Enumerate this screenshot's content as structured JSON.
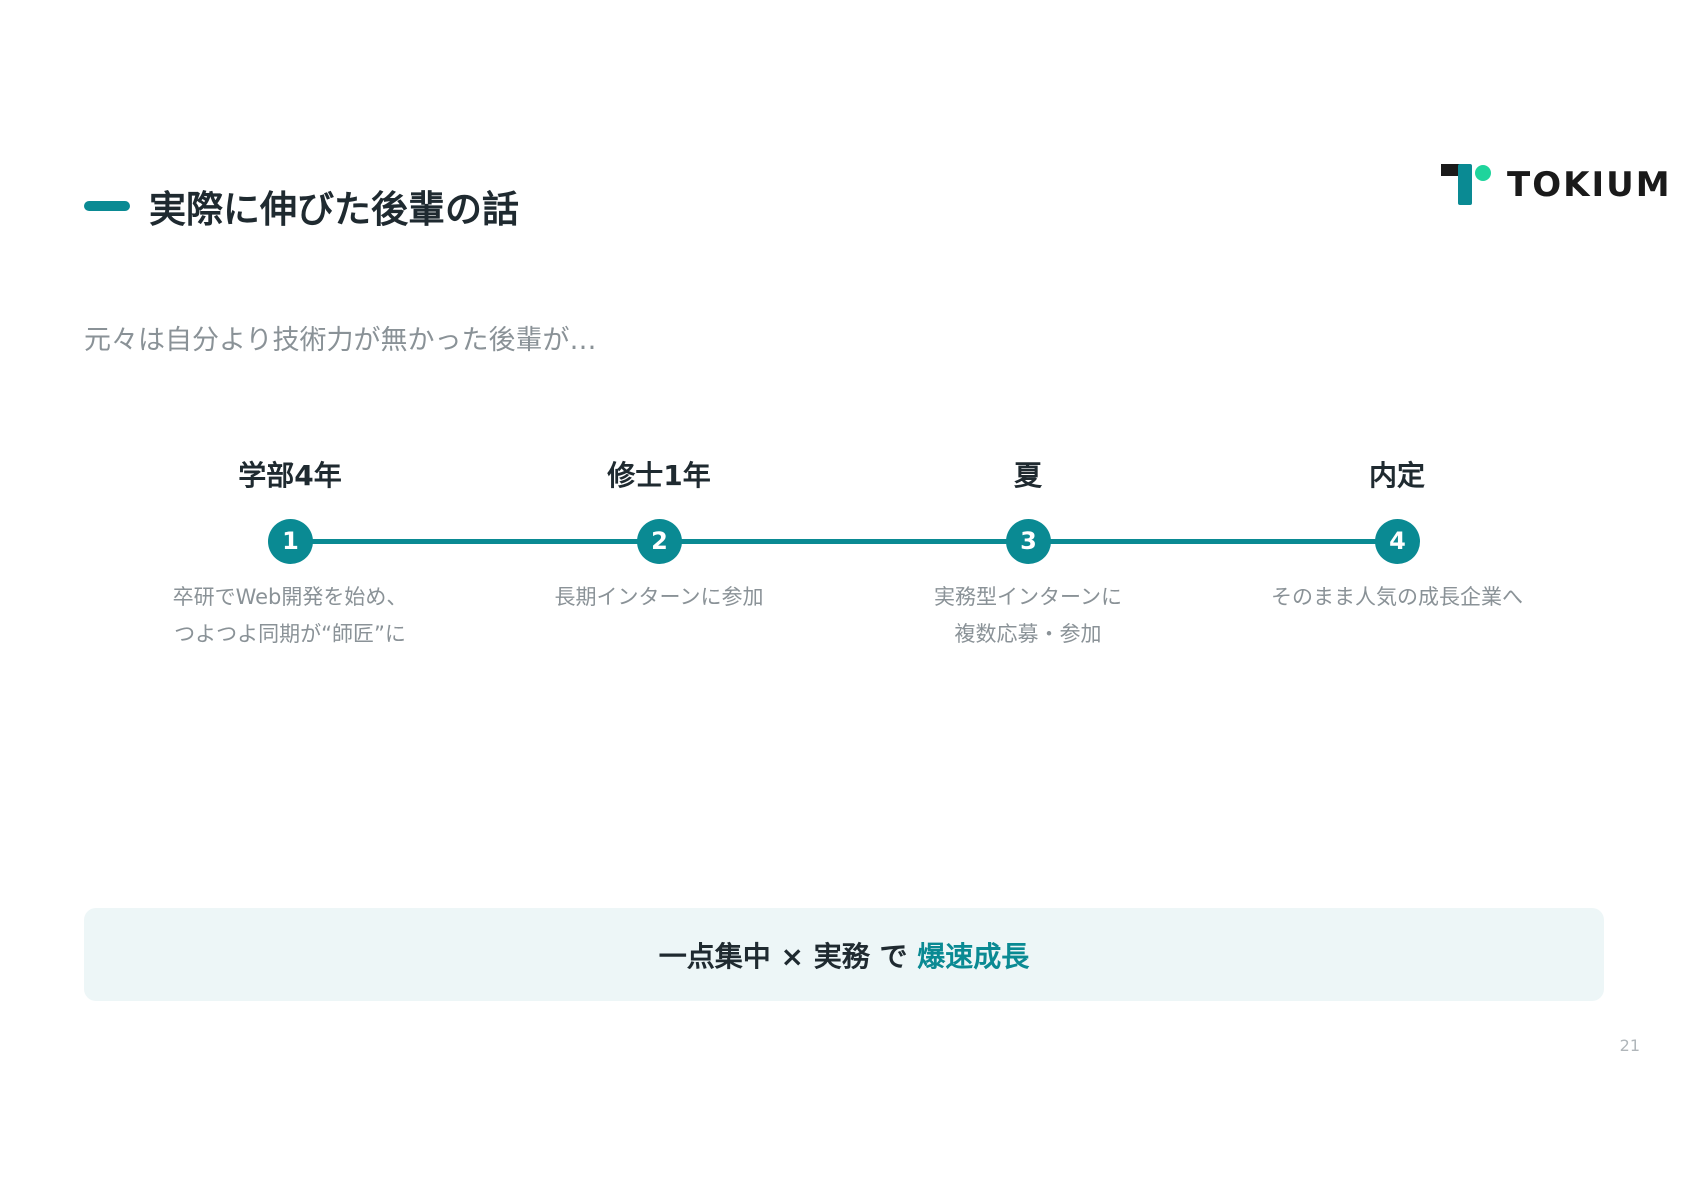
{
  "header": {
    "title": "実際に伸びた後輩の話"
  },
  "logo": {
    "text": "TOKIUM",
    "mark_color": "#0a8a93",
    "dot_color": "#1fd49c"
  },
  "intro": "元々は自分より技術力が無かった後輩が…",
  "timeline": {
    "steps": [
      {
        "label": "学部4年",
        "number": "1",
        "desc": [
          "卒研でWeb開発を始め、",
          "つよつよ同期が“師匠”に"
        ]
      },
      {
        "label": "修士1年",
        "number": "2",
        "desc": [
          "長期インターンに参加"
        ]
      },
      {
        "label": "夏",
        "number": "3",
        "desc": [
          "実務型インターンに",
          "複数応募・参加"
        ]
      },
      {
        "label": "内定",
        "number": "4",
        "desc": [
          "そのまま人気の成長企業へ"
        ]
      }
    ]
  },
  "banner": {
    "part1": "一点集中 × 実務 で ",
    "accent": "爆速成長",
    "accent_color": "#0a8a93"
  },
  "page_number": "21"
}
